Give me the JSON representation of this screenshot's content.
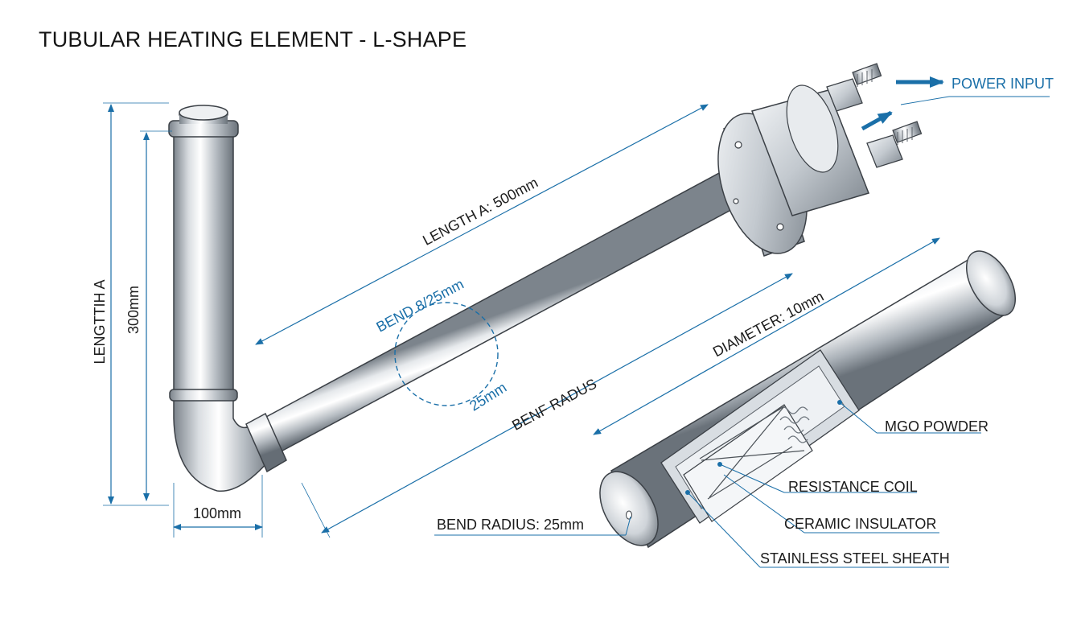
{
  "title": "TUBULAR HEATING ELEMENT - L-SHAPE",
  "dimensions": {
    "vertical_label": "LENGTTIH A",
    "vertical_value": "300mm",
    "bottom_width": "100mm",
    "length_a": "LENGTH A: 500mm",
    "bend_top": "BEND 8/25mm",
    "bend_bottom": "25mm",
    "benf_radius": "BENF RADUS",
    "diameter": "DIAMETER: 10mm"
  },
  "callouts": {
    "power_input": "POWER INPUT",
    "mgo_powder": "MGO POWDER",
    "resistance_coil": "RESISTANCE COIL",
    "ceramic_insulator": "CERAMIC INSULATOR",
    "stainless_steel_sheath": "STAINLESS STEEL SHEATH",
    "bend_radius": "BEND RADIUS: 25mm"
  },
  "colors": {
    "accent_blue": "#1a6fa8",
    "steel_dark": "#6f7780",
    "steel_light": "#f2f4f6",
    "line": "#3b4046"
  }
}
